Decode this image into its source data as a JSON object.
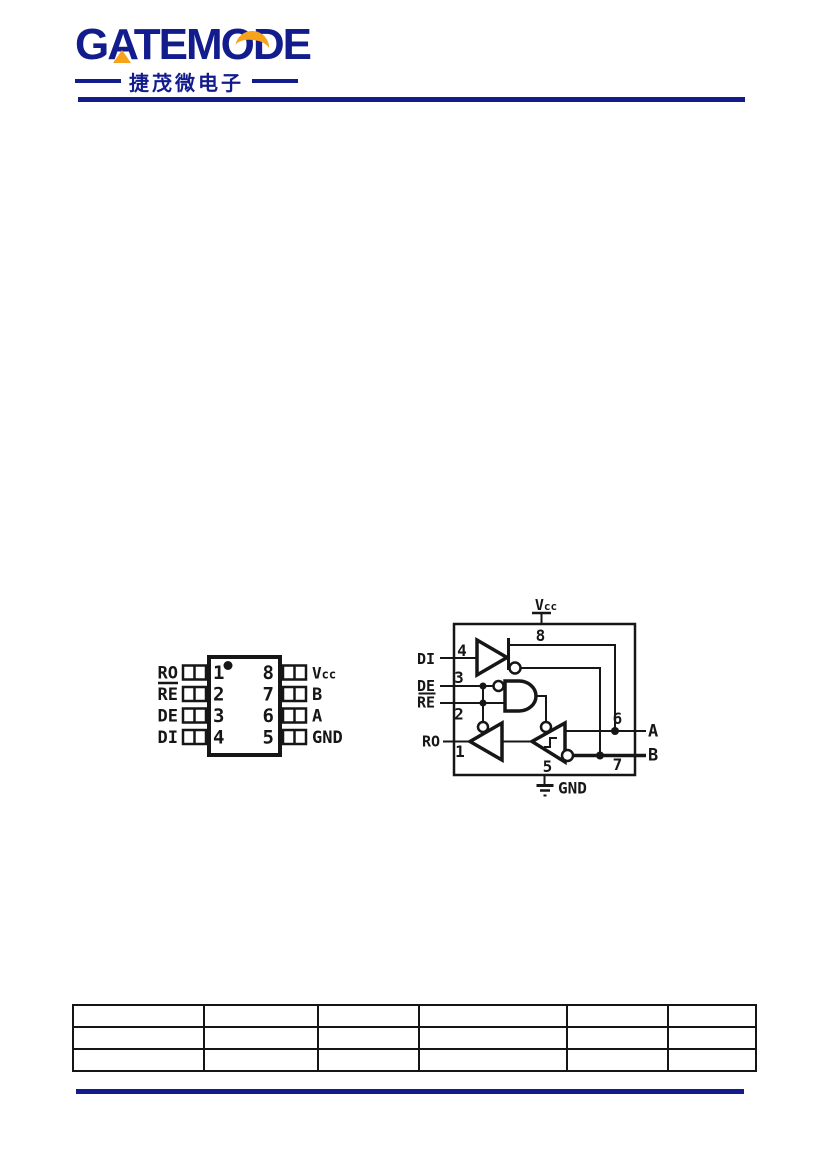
{
  "header": {
    "brand": "GATEMODE",
    "brand_cn": "捷茂微电子"
  },
  "colors": {
    "navy": "#131c8c",
    "orange": "#f6a21b",
    "ink": "#161616"
  },
  "pinout": {
    "left_nums": [
      "1",
      "2",
      "3",
      "4"
    ],
    "left_labels": [
      "RO",
      "RE",
      "DE",
      "DI"
    ],
    "re_has_overline": true,
    "right_nums": [
      "8",
      "7",
      "6",
      "5"
    ],
    "right_labels": [
      "Vcc",
      "B",
      "A",
      "GND"
    ],
    "vcc_v": "V",
    "vcc_sub": "cc"
  },
  "functional": {
    "vcc_v": "V",
    "vcc_sub": "cc",
    "gnd": "GND",
    "di": "DI",
    "de": "DE",
    "re": "RE",
    "ro": "RO",
    "a": "A",
    "b": "B",
    "pin_di": "4",
    "pin_de": "3",
    "pin_re": "2",
    "pin_ro": "1",
    "pin_vcc": "8",
    "pin_gnd": "5",
    "pin_a": "6",
    "pin_b": "7"
  },
  "table": {
    "rows": 3,
    "columns": 6,
    "cells": [
      [
        "",
        "",
        "",
        "",
        "",
        ""
      ],
      [
        "",
        "",
        "",
        "",
        "",
        ""
      ],
      [
        "",
        "",
        "",
        "",
        "",
        ""
      ]
    ]
  }
}
